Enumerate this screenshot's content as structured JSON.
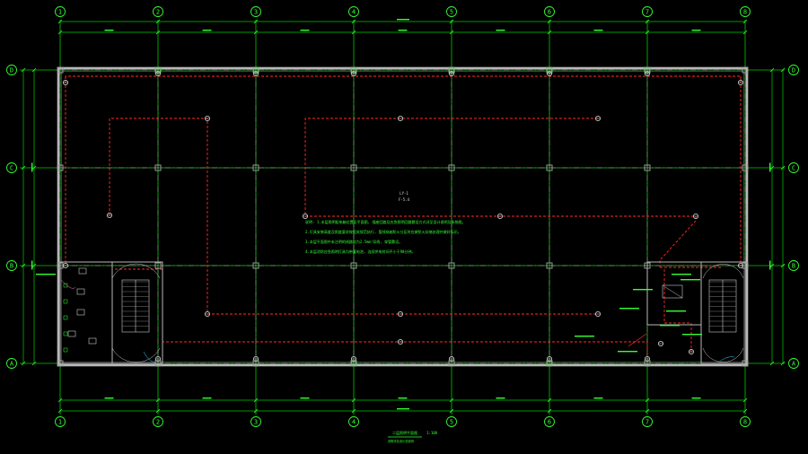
{
  "drawing": {
    "background": "#000000",
    "colors": {
      "axis": "#00cc00",
      "axis_bubble": "#33ff33",
      "grid_dash": "#8a8a8a",
      "wall": "#b8b8b8",
      "column": "#9a9a9a",
      "circuit": "#ff2a2a",
      "text": "#33ff33",
      "device": "#c8c8c8",
      "pink": "#ff66cc",
      "cyan": "#33d6ff"
    },
    "columns": [
      "1",
      "2",
      "3",
      "4",
      "5",
      "6",
      "7",
      "8"
    ],
    "rows": [
      "A",
      "B",
      "C",
      "D"
    ],
    "room_label_top": "LY-1",
    "room_label_bottom": "F-5.4",
    "notes": [
      "说明: 1.本层照明配电箱位置见平面图, 插座回路及应急照明回路敷设方式详见设计说明及系统图。",
      "  2.灯具安装高度及照度要求按相关规范执行, 管线穿越防火分区时应做防火封堵处理并做好标识。",
      "  3.本层平面图中未注明的线路均为2.5mm²导线, 穿管敷设。",
      "  4.本层消防应急照明灯具均带蓄电池, 连续供电时间不小于90分钟。"
    ],
    "title": "二层照明平面图",
    "title_scale": "1:100",
    "subtitle": "说明详见设计总说明"
  }
}
